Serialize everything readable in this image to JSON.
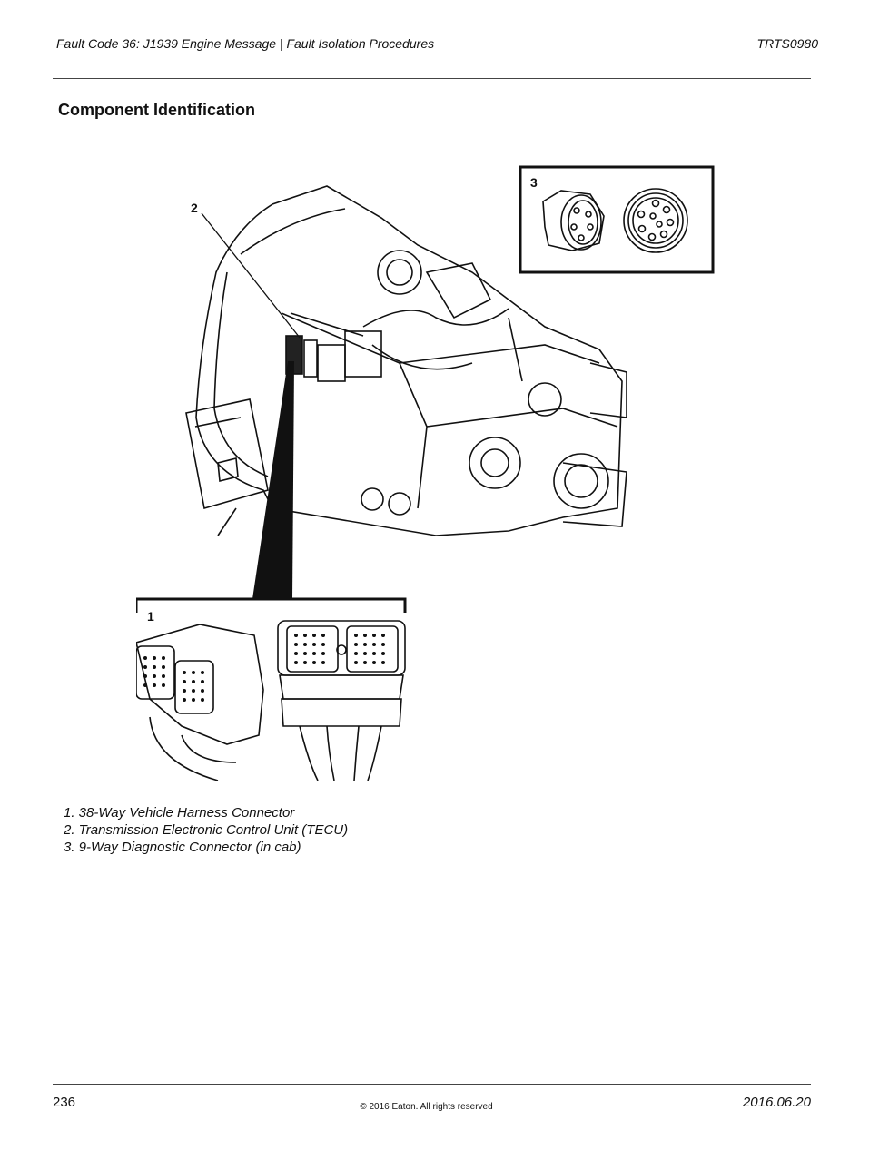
{
  "header": {
    "title": "Fault Code 36: J1939 Engine Message | Fault Isolation Procedures",
    "doc_id": "TRTS0980"
  },
  "section_title": "Component Identification",
  "figure": {
    "callouts": [
      "1",
      "2",
      "3"
    ]
  },
  "captions": [
    "1. 38-Way Vehicle Harness Connector",
    "2. Transmission Electronic Control Unit (TECU)",
    "3. 9-Way Diagnostic Connector (in cab)"
  ],
  "footer": {
    "page_number": "236",
    "copyright": "© 2016 Eaton. All rights reserved",
    "date": "2016.06.20"
  }
}
